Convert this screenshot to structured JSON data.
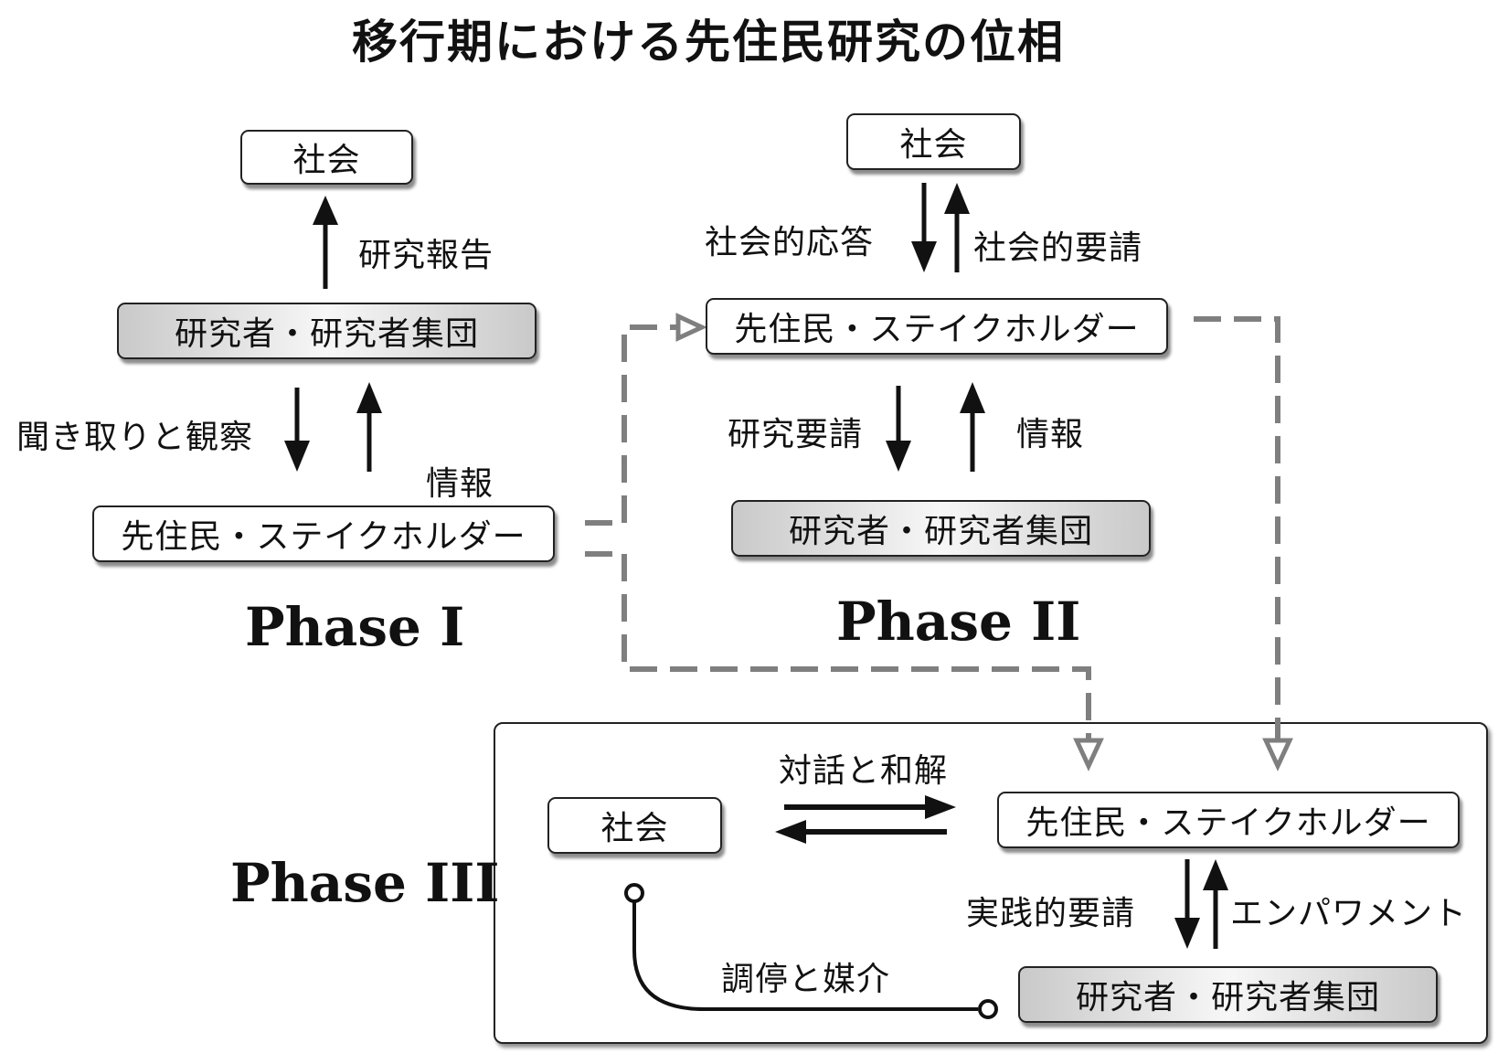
{
  "title": "移行期における先住民研究の位相",
  "phase1": {
    "label": "Phase I",
    "society": "社会",
    "research_report": "研究報告",
    "researchers": "研究者・研究者集団",
    "interview_observation": "聞き取りと観察",
    "information": "情報",
    "indigenous": "先住民・ステイクホルダー"
  },
  "phase2": {
    "label": "Phase II",
    "society": "社会",
    "social_response": "社会的応答",
    "social_request": "社会的要請",
    "indigenous": "先住民・ステイクホルダー",
    "research_request": "研究要請",
    "information": "情報",
    "researchers": "研究者・研究者集団"
  },
  "phase3": {
    "label": "Phase III",
    "society": "社会",
    "dialogue": "対話と和解",
    "indigenous": "先住民・ステイクホルダー",
    "practical_request": "実践的要請",
    "empowerment": "エンパワメント",
    "mediation": "調停と媒介",
    "researchers": "研究者・研究者集団"
  },
  "colors": {
    "line": "#111111",
    "dashed": "#7f7f7f",
    "box_gradient_edge": "#c9c9c9"
  }
}
